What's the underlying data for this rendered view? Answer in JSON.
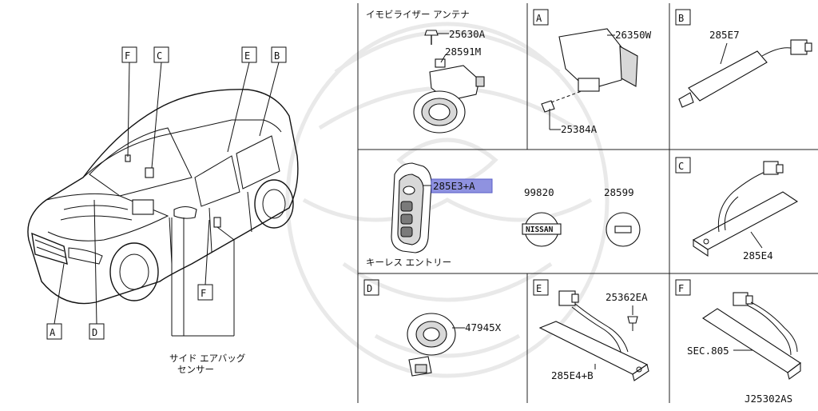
{
  "diagram_id": "J25302AS",
  "side_airbag_sensor": [
    "サイド エアバッグ",
    "センサー"
  ],
  "sections": {
    "immobilizer": {
      "title": "イモビライザー アンテナ",
      "parts": [
        "25630A",
        "28591M"
      ]
    },
    "A": {
      "letter": "A",
      "parts": [
        "26350W",
        "25384A"
      ]
    },
    "B": {
      "letter": "B",
      "parts": [
        "285E7"
      ]
    },
    "keyless": {
      "title": "キーレス エントリー",
      "parts": [
        "285E3+A",
        "99820",
        "28599"
      ],
      "emblem_text": "NISSAN",
      "highlight_color": "#8f92e0"
    },
    "C": {
      "letter": "C",
      "parts": [
        "285E4"
      ]
    },
    "D": {
      "letter": "D",
      "parts": [
        "47945X"
      ]
    },
    "E": {
      "letter": "E",
      "parts": [
        "25362EA",
        "285E4+B"
      ]
    },
    "F": {
      "letter": "F",
      "parts": [
        "SEC.805"
      ]
    }
  },
  "car_callouts": {
    "top": [
      "F",
      "C",
      "E",
      "B"
    ],
    "bottom": [
      "A",
      "D"
    ],
    "side": "F"
  }
}
